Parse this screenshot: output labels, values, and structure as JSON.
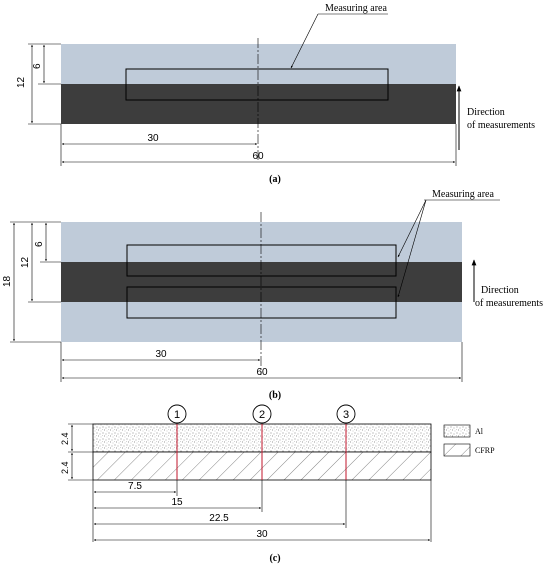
{
  "panel_a": {
    "measuring_area": "Measuring area",
    "direction_line1": "Direction",
    "direction_line2": "of measurements",
    "dim_height_total": "12",
    "dim_height_half": "6",
    "dim_half_width": "30",
    "dim_width": "60",
    "caption": "(a)"
  },
  "panel_b": {
    "measuring_area": "Measuring area",
    "direction_line1": "Direction",
    "direction_line2": "of measurements",
    "dim_height_total": "18",
    "dim_height_mid": "12",
    "dim_height_top": "6",
    "dim_half_width": "30",
    "dim_width": "60",
    "caption": "(b)"
  },
  "panel_c": {
    "points": [
      "1",
      "2",
      "3"
    ],
    "layer_top_thickness": "2.4",
    "layer_bottom_thickness": "2.4",
    "dims": [
      "7.5",
      "15",
      "22.5",
      "30"
    ],
    "legend_al": "Al",
    "legend_cfrp": "CFRP",
    "caption": "(c)"
  },
  "colors": {
    "light_layer": "#bfcbd9",
    "dark_layer": "#3d3d3d",
    "marker_line": "#c0152b"
  }
}
